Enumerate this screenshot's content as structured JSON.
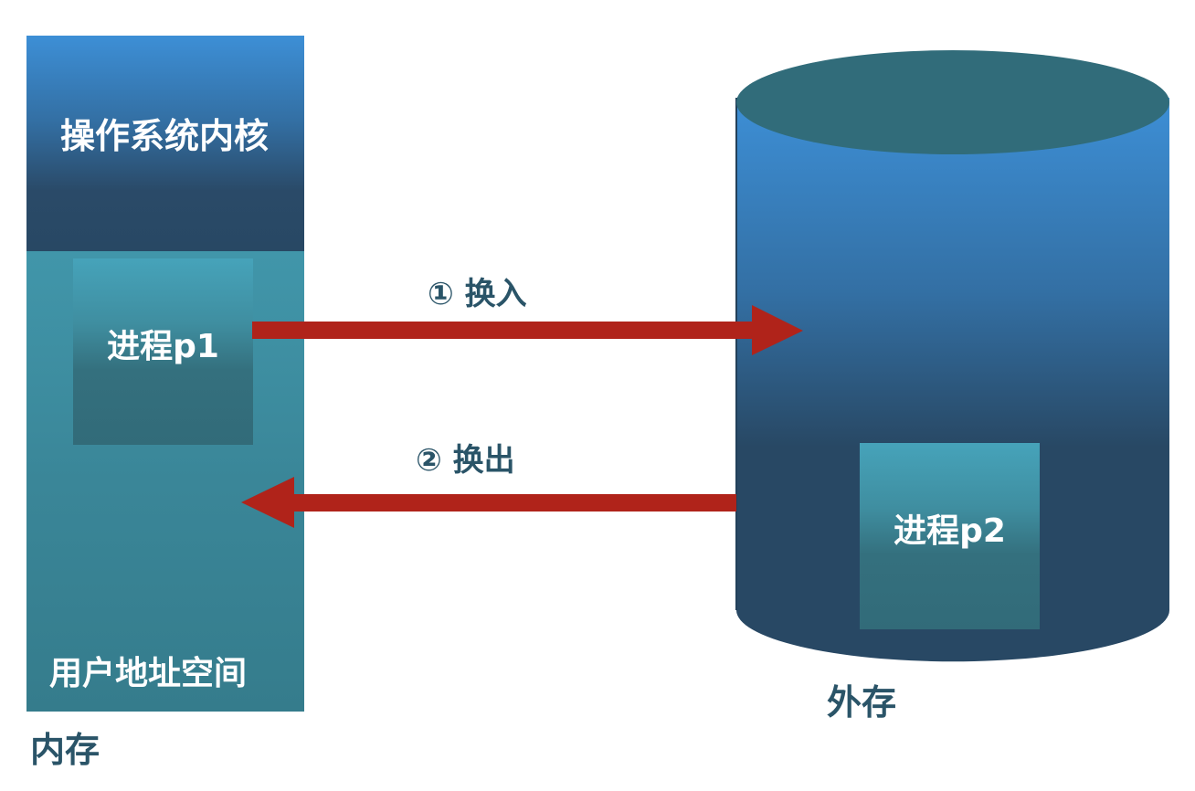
{
  "memory": {
    "label": "内存",
    "kernel_label": "操作系统内核",
    "user_space_label": "用户地址空间",
    "process": {
      "label": "进程p1"
    }
  },
  "external_storage": {
    "label": "外存",
    "process": {
      "label": "进程p2"
    }
  },
  "arrows": {
    "swap_in": {
      "label": "① 换入",
      "direction": "memory-to-storage"
    },
    "swap_out": {
      "label": "② 换出",
      "direction": "storage-to-memory"
    }
  },
  "colors": {
    "arrow": "#b0231a",
    "text_dark": "#2a5468",
    "kernel_top": "#3d8fd6",
    "kernel_bottom": "#284864",
    "user_space": "#3a8698",
    "process_box_top": "#46a3ba",
    "process_box_bottom": "#326b79",
    "disk_top_face": "#316c7a",
    "disk_body_top": "#3d8fd6",
    "disk_body_bottom": "#284864"
  }
}
